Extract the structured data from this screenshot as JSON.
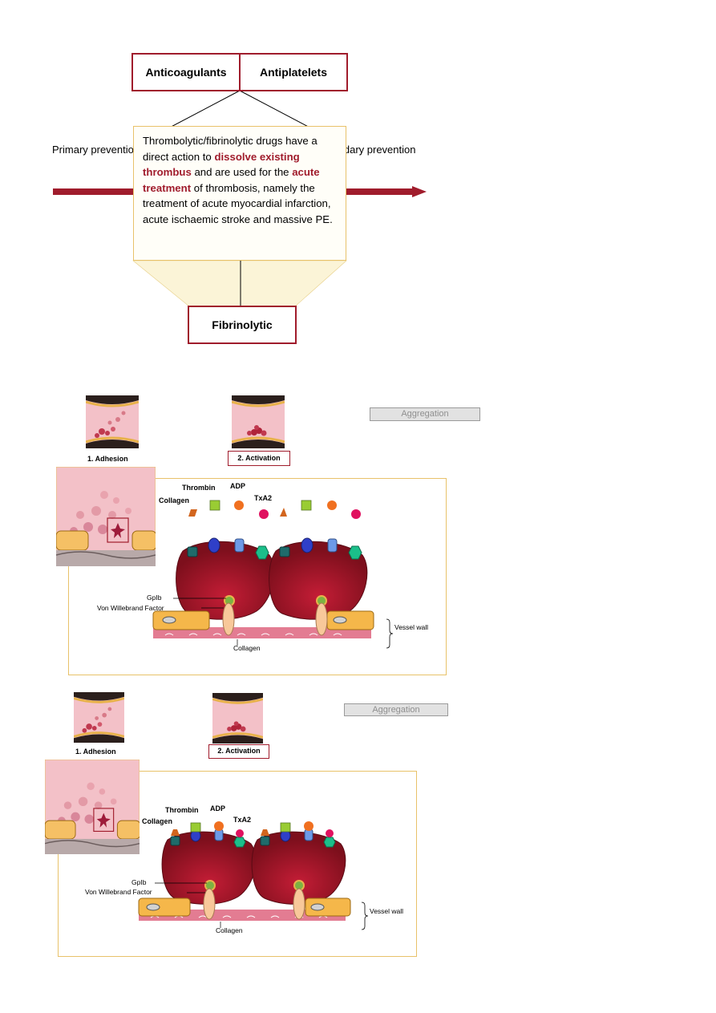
{
  "top": {
    "anticoagulants": "Anticoagulants",
    "antiplatelets": "Antiplatelets",
    "primary_prevention": "Primary prevention",
    "secondary_prevention": "Secondary prevention",
    "fibrinolytic": "Fibrinolytic",
    "callout": {
      "t1": "Thrombolytic/fibrinolytic drugs have a direct action to ",
      "em1": "dissolve existing thrombus",
      "t2": " and are used for the ",
      "em2": "acute treatment",
      "t3": " of thrombosis, namely the treatment of acute myocardial infarction, acute ischaemic stroke and massive PE."
    }
  },
  "figures": [
    {
      "adhesion": "1. Adhesion",
      "activation": "2. Activation",
      "aggregation": "Aggregation",
      "thrombin": "Thrombin",
      "adp": "ADP",
      "collagen_top": "Collagen",
      "txa2": "TxA2",
      "gpib": "GpIb",
      "vwf": "Von Willebrand Factor",
      "vessel_wall": "Vessel wall",
      "collagen_bottom": "Collagen"
    },
    {
      "adhesion": "1. Adhesion",
      "activation": "2. Activation",
      "aggregation": "Aggregation",
      "thrombin": "Thrombin",
      "adp": "ADP",
      "collagen_top": "Collagen",
      "txa2": "TxA2",
      "gpib": "GpIb",
      "vwf": "Von Willebrand Factor",
      "vessel_wall": "Vessel wall",
      "collagen_bottom": "Collagen"
    }
  ],
  "colors": {
    "accent_red": "#a01c2c",
    "platelet": "#a0182a",
    "callout_border": "#e8c26a"
  }
}
